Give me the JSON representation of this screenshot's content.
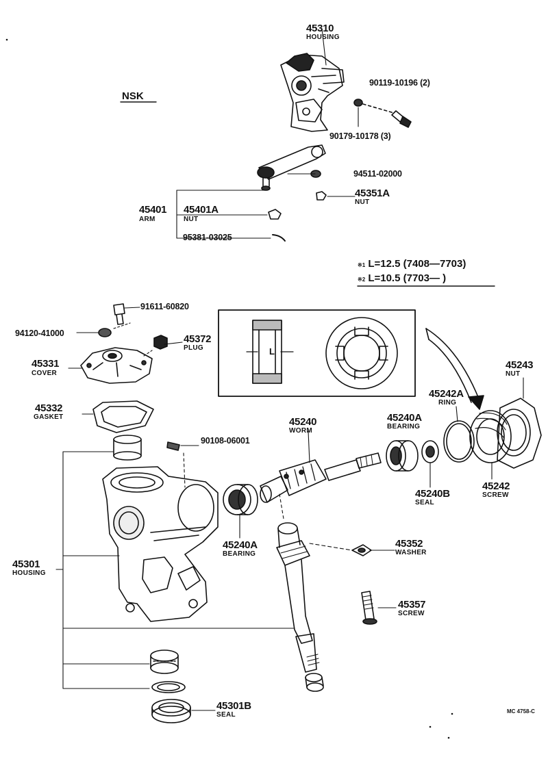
{
  "header": {
    "brand": "NSK"
  },
  "notes": [
    {
      "mark": "※1",
      "text": "L=12.5 (7408—7703)"
    },
    {
      "mark": "※2",
      "text": "L=10.5 (7703—      )"
    }
  ],
  "detail": {
    "dimension_label": "L"
  },
  "parts": {
    "p45310": {
      "number": "45310",
      "name": "HOUSING"
    },
    "p90119": {
      "number": "90119-10196 (2)"
    },
    "p90179": {
      "number": "90179-10178 (3)"
    },
    "p94511": {
      "number": "94511-02000"
    },
    "p45351A": {
      "number": "45351A",
      "name": "NUT"
    },
    "p45401": {
      "number": "45401",
      "name": "ARM"
    },
    "p45401A": {
      "number": "45401A",
      "name": "NUT"
    },
    "p95381": {
      "number": "95381-03025"
    },
    "p91611": {
      "number": "91611-60820"
    },
    "p94120": {
      "number": "94120-41000"
    },
    "p45372": {
      "number": "45372",
      "name": "PLUG"
    },
    "p45331": {
      "number": "45331",
      "name": "COVER"
    },
    "p45332": {
      "number": "45332",
      "name": "GASKET"
    },
    "p90108": {
      "number": "90108-06001"
    },
    "p45240": {
      "number": "45240",
      "name": "WORM"
    },
    "p45240A_top": {
      "number": "45240A",
      "name": "BEARING"
    },
    "p45240A_low": {
      "number": "45240A",
      "name": "BEARING"
    },
    "p45240B": {
      "number": "45240B",
      "name": "SEAL"
    },
    "p45242A": {
      "number": "45242A",
      "name": "RING"
    },
    "p45243": {
      "number": "45243",
      "name": "NUT"
    },
    "p45242": {
      "number": "45242",
      "name": "SCREW"
    },
    "p45352": {
      "number": "45352",
      "name": "WASHER"
    },
    "p45357": {
      "number": "45357",
      "name": "SCREW"
    },
    "p45301": {
      "number": "45301",
      "name": "HOUSING"
    },
    "p45301B": {
      "number": "45301B",
      "name": "SEAL"
    }
  },
  "footer": {
    "code": "MC 4758-C"
  }
}
